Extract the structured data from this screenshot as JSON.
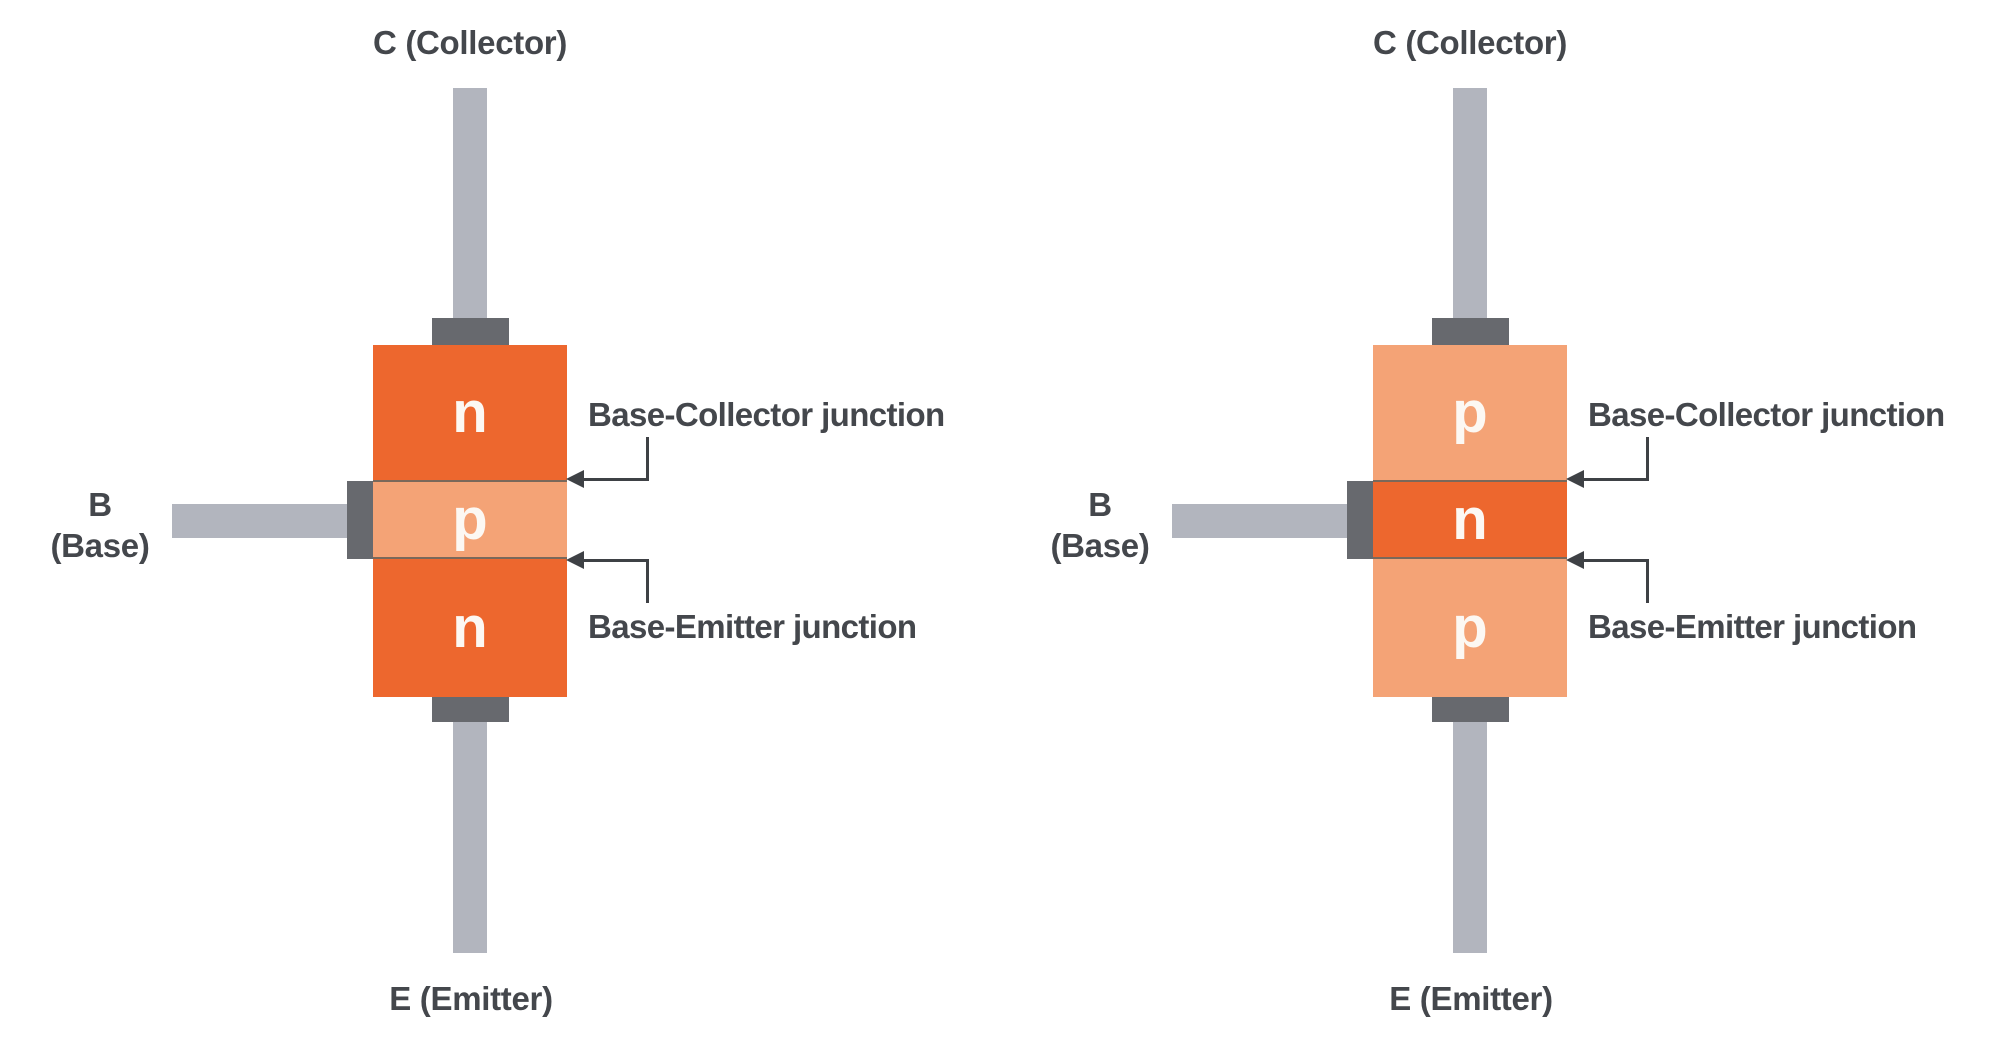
{
  "colors": {
    "background": "#FFFFFF",
    "dark-orange": "#ED672E",
    "light-orange": "#F4A376",
    "lead-gray": "#B2B5BE",
    "pad-gray": "#67696E",
    "label-text": "#44474C",
    "arrow-line": "#3E4145",
    "junction-line": "#7A685A",
    "region-letter": "#FCF8F3"
  },
  "transistors": [
    {
      "type": "npn",
      "collector_label": "C (Collector)",
      "base_label_line1": "B",
      "base_label_line2": "(Base)",
      "emitter_label": "E (Emitter)",
      "regions": [
        {
          "letter": "n",
          "color": "#ED672E"
        },
        {
          "letter": "p",
          "color": "#F4A376"
        },
        {
          "letter": "n",
          "color": "#ED672E"
        }
      ],
      "junctions": {
        "base_collector": "Base-Collector junction",
        "base_emitter": "Base-Emitter junction"
      }
    },
    {
      "type": "pnp",
      "collector_label": "C (Collector)",
      "base_label_line1": "B",
      "base_label_line2": "(Base)",
      "emitter_label": "E (Emitter)",
      "regions": [
        {
          "letter": "p",
          "color": "#F4A376"
        },
        {
          "letter": "n",
          "color": "#ED672E"
        },
        {
          "letter": "p",
          "color": "#F4A376"
        }
      ],
      "junctions": {
        "base_collector": "Base-Collector junction",
        "base_emitter": "Base-Emitter junction"
      }
    }
  ]
}
